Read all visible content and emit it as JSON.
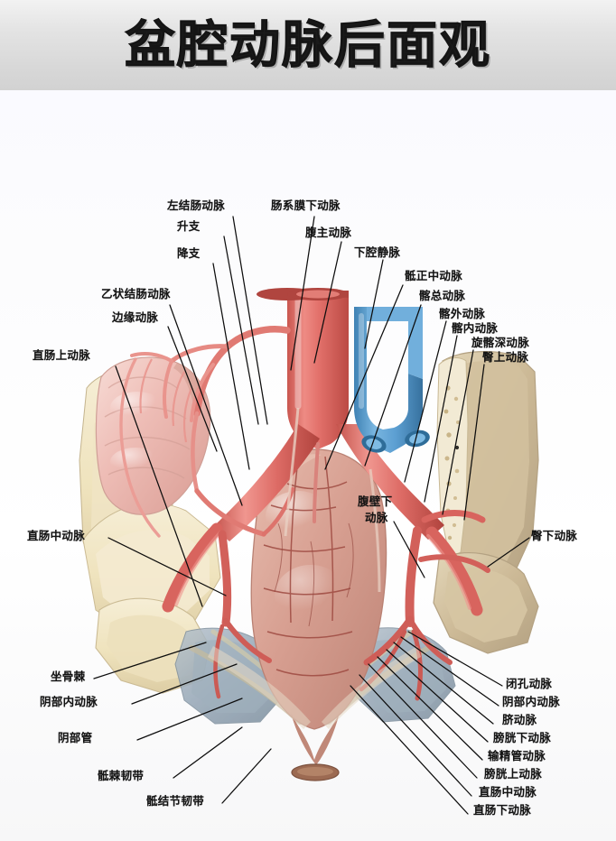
{
  "header": {
    "title": "盆腔动脉后面观",
    "band_color": "#d7d7d7",
    "title_color": "#1b1b1b"
  },
  "figure": {
    "name": "pelvic-arteries-posterior-view",
    "background": "#fdfdfe",
    "colors": {
      "artery": "#e2706a",
      "artery_dark": "#b5453f",
      "vein": "#5c9fd2",
      "vein_dark": "#3d7cab",
      "bone_ilium": "#cdbb98",
      "bone_sacrum": "#efe3bd",
      "bone_light": "#f3ead0",
      "colon": "#e6b3ae",
      "colon_light": "#f2cfc9",
      "rectum": "#cf9a8e",
      "rectum_light": "#e2b4a6",
      "muscle": "#9aa8b4",
      "muscle_blue": "#8fa4b8",
      "ligament": "#c9c0a2",
      "leader_line": "#0d0d0d"
    }
  },
  "labels": {
    "left_colic_artery": "左结肠动脉",
    "ascending_branch": "升支",
    "descending_branch": "降支",
    "sigmoid_arteries": "乙状结肠动脉",
    "marginal_artery": "边缘动脉",
    "superior_rectal_artery": "直肠上动脉",
    "middle_rectal_artery_left": "直肠中动脉",
    "ischial_spine": "坐骨棘",
    "internal_pudendal_artery_left": "阴部内动脉",
    "pudendal_canal": "阴部管",
    "sacrospinous_ligament": "骶棘韧带",
    "sacrotuberous_ligament": "骶结节韧带",
    "inferior_mesenteric_artery": "肠系膜下动脉",
    "abdominal_aorta": "腹主动脉",
    "inferior_vena_cava": "下腔静脉",
    "median_sacral_artery": "骶正中动脉",
    "common_iliac_artery": "髂总动脉",
    "external_iliac_artery": "髂外动脉",
    "internal_iliac_artery": "髂内动脉",
    "deep_circumflex_iliac_artery": "旋髂深动脉",
    "superior_gluteal_artery": "臀上动脉",
    "inferior_epigastric_artery_l1": "腹壁下",
    "inferior_epigastric_artery_l2": "动脉",
    "inferior_gluteal_artery": "臀下动脉",
    "obturator_artery": "闭孔动脉",
    "internal_pudendal_artery_right": "阴部内动脉",
    "umbilical_artery": "脐动脉",
    "inferior_vesical_artery": "膀胱下动脉",
    "artery_of_ductus_deferens": "输精管动脉",
    "superior_vesical_artery": "膀胱上动脉",
    "middle_rectal_artery_right": "直肠中动脉",
    "inferior_rectal_artery": "直肠下动脉"
  }
}
